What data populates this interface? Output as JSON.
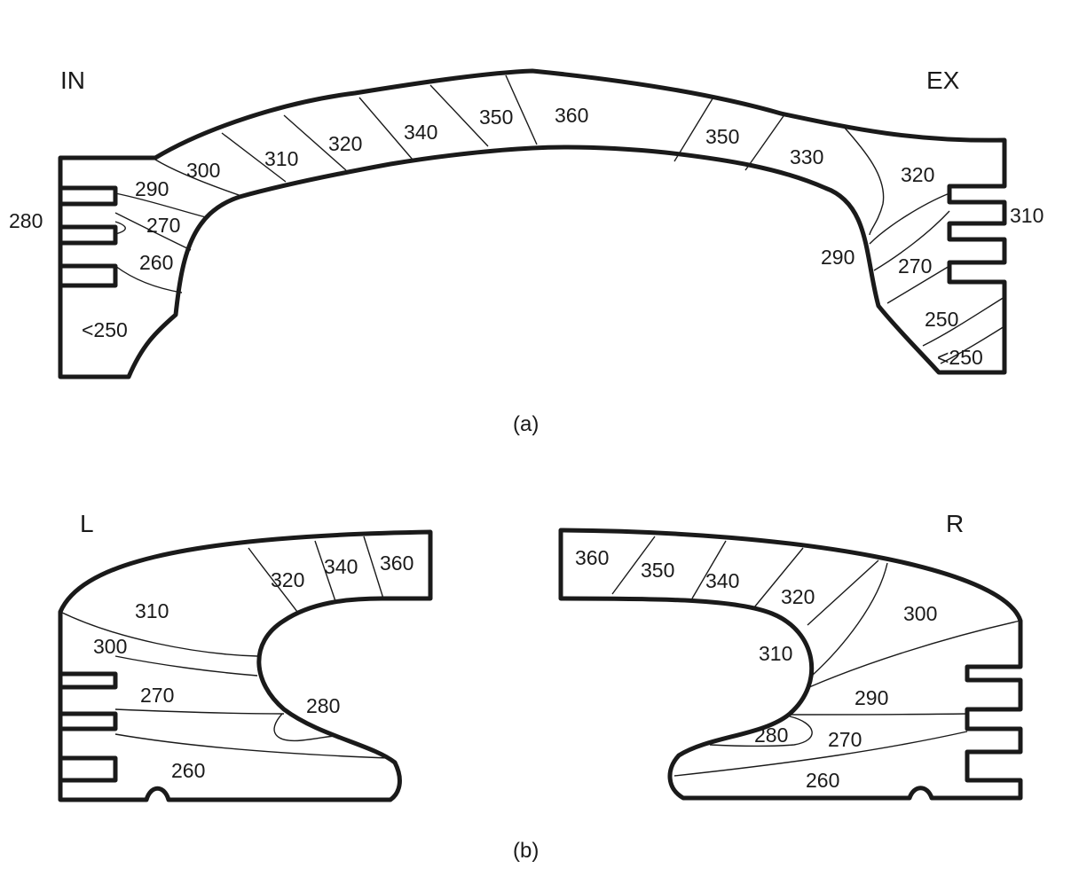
{
  "panel_a": {
    "caption": "(a)",
    "left_label": "IN",
    "right_label": "EX",
    "temperatures": [
      "300",
      "310",
      "320",
      "340",
      "350",
      "360",
      "350",
      "330",
      "320",
      "290",
      "280",
      "270",
      "260",
      "<250",
      "310",
      "290",
      "270",
      "250",
      "<250"
    ]
  },
  "panel_b": {
    "caption": "(b)",
    "left_label": "L",
    "right_label": "R",
    "left_temperatures": [
      "310",
      "320",
      "340",
      "360",
      "300",
      "270",
      "280",
      "260"
    ],
    "right_temperatures": [
      "360",
      "350",
      "340",
      "320",
      "300",
      "310",
      "290",
      "280",
      "270",
      "260"
    ]
  }
}
